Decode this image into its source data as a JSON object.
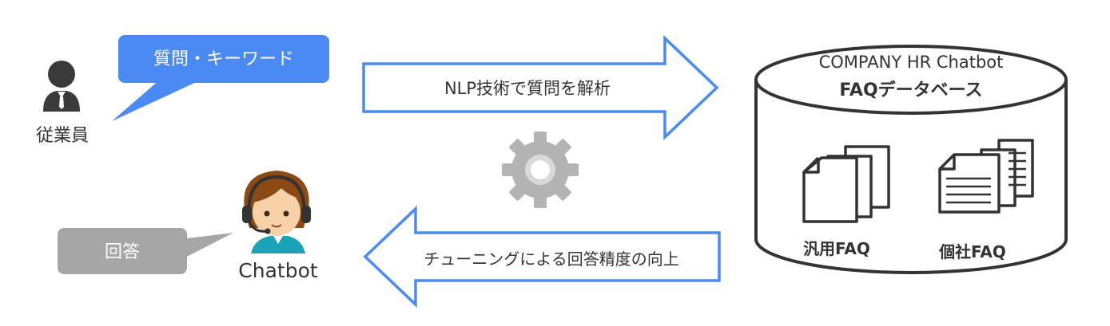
{
  "employee": {
    "label": "従業員",
    "icon": "person-icon"
  },
  "query_bubble": {
    "text": "質問・キーワード",
    "color": "#4a8af2"
  },
  "nlp_arrow": {
    "text": "NLP技術で質問を解析",
    "direction": "right",
    "stroke": "#4a8af2"
  },
  "tuning_arrow": {
    "text": "チューニングによる回答精度の向上",
    "direction": "left",
    "stroke": "#4a8af2"
  },
  "gear": {
    "icon": "gear-icon",
    "color": "#b3b3b3"
  },
  "answer_bubble": {
    "text": "回答",
    "color": "#a6a6a6"
  },
  "chatbot": {
    "label": "Chatbot",
    "icon": "operator-headset-icon"
  },
  "database": {
    "title": "COMPANY HR Chatbot",
    "subtitle": "FAQデータベース",
    "items": [
      {
        "label": "汎用FAQ",
        "icon": "blank-documents-icon"
      },
      {
        "label": "個社FAQ",
        "icon": "text-documents-icon"
      }
    ]
  }
}
